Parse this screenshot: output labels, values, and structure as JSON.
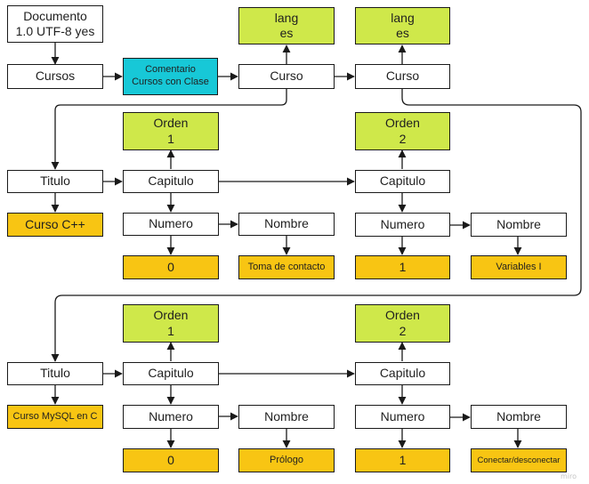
{
  "nodes": {
    "documento": "Documento\n1.0 UTF-8 yes",
    "cursos": "Cursos",
    "comentario": "Comentario\nCursos con Clase",
    "curso1": "Curso",
    "curso2": "Curso",
    "lang1": "lang\nes",
    "lang2": "lang\nes",
    "r1_titulo": "Titulo",
    "r1_titulo_val": "Curso C++",
    "r1_orden1": "Orden\n1",
    "r1_capitulo1": "Capitulo",
    "r1_numero1": "Numero",
    "r1_numero1_val": "0",
    "r1_nombre1": "Nombre",
    "r1_nombre1_val": "Toma de contacto",
    "r1_orden2": "Orden\n2",
    "r1_capitulo2": "Capitulo",
    "r1_numero2": "Numero",
    "r1_numero2_val": "1",
    "r1_nombre2": "Nombre",
    "r1_nombre2_val": "Variables I",
    "r2_titulo": "Titulo",
    "r2_titulo_val": "Curso MySQL en C",
    "r2_orden1": "Orden\n1",
    "r2_capitulo1": "Capitulo",
    "r2_numero1": "Numero",
    "r2_numero1_val": "0",
    "r2_nombre1": "Nombre",
    "r2_nombre1_val": "Prólogo",
    "r2_orden2": "Orden\n2",
    "r2_capitulo2": "Capitulo",
    "r2_numero2": "Numero",
    "r2_numero2_val": "1",
    "r2_nombre2": "Nombre",
    "r2_nombre2_val": "Conectar/desconectar"
  },
  "watermark": "miro",
  "colors": {
    "value_fill": "#f8c513",
    "attribute_fill": "#cfe84a",
    "comment_fill": "#17c8d7",
    "element_fill": "#ffffff",
    "line": "#1a1a1a"
  }
}
